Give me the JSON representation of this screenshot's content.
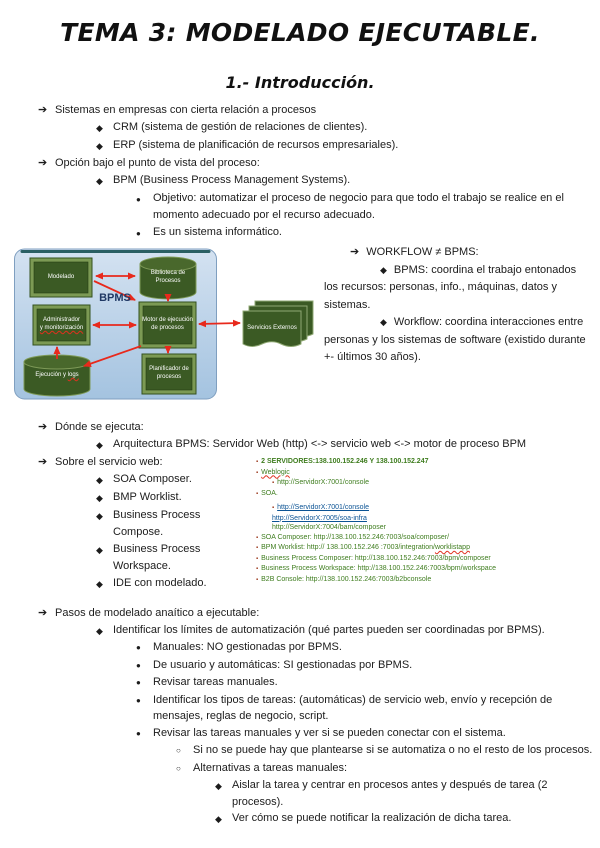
{
  "header": {
    "title": "TEMA 3: MODELADO EJECUTABLE.",
    "subtitle": "1.- Introducción."
  },
  "markers": {
    "arrow": "➔",
    "diamond": "◆",
    "dot": "●",
    "circle": "○"
  },
  "lists": {
    "top": {
      "items": [
        {
          "level": 1,
          "marker": "arrow",
          "text": "Sistemas en empresas con cierta relación a procesos"
        },
        {
          "level": 2,
          "marker": "diamond",
          "text": "CRM (sistema de gestión de relaciones de clientes)."
        },
        {
          "level": 2,
          "marker": "diamond",
          "text": "ERP (sistema de planificación de recursos empresariales)."
        },
        {
          "level": 1,
          "marker": "arrow",
          "text": "Opción bajo el punto de vista del proceso:"
        },
        {
          "level": 2,
          "marker": "diamond",
          "text": "BPM (Business Process Management Systems)."
        },
        {
          "level": 3,
          "marker": "dot",
          "text": "Objetivo: automatizar el proceso de negocio para que todo el trabajo se realice en el momento adecuado por el recurso adecuado."
        },
        {
          "level": 3,
          "marker": "dot",
          "text": "Es un sistema informático."
        }
      ]
    },
    "workflow": {
      "items": [
        {
          "level": 1,
          "marker": "arrow",
          "text": "WORKFLOW ≠ BPMS:"
        },
        {
          "level": 2,
          "marker": "diamond",
          "text": "BPMS: coordina el trabajo entonados los recursos: personas, info., máquinas, datos y sistemas."
        },
        {
          "level": 2,
          "marker": "diamond",
          "text": "Workflow: coordina interacciones entre personas y los sistemas de software (existido durante +- últimos 30 años)."
        }
      ]
    },
    "where": {
      "items": [
        {
          "level": 1,
          "marker": "arrow",
          "text": "Dónde se ejecuta:"
        },
        {
          "level": 2,
          "marker": "diamond",
          "text": "Arquitectura BPMS: Servidor Web (http) <-> servicio web <-> motor de proceso BPM"
        }
      ]
    },
    "web": {
      "items": [
        {
          "level": 1,
          "marker": "arrow",
          "text": "Sobre el servicio web:"
        },
        {
          "level": 2,
          "marker": "diamond",
          "text": "SOA Composer."
        },
        {
          "level": 2,
          "marker": "diamond",
          "text": "BMP Worklist."
        },
        {
          "level": 2,
          "marker": "diamond",
          "text": "Business Process Compose."
        },
        {
          "level": 2,
          "marker": "diamond",
          "text": "Business Process Workspace."
        },
        {
          "level": 2,
          "marker": "diamond",
          "text": "IDE con modelado."
        }
      ]
    },
    "steps": {
      "items": [
        {
          "level": 1,
          "marker": "arrow",
          "text": "Pasos de modelado anaítico a ejecutable:"
        },
        {
          "level": 2,
          "marker": "diamond",
          "text": "Identificar los límites de automatización (qué partes pueden ser coordinadas por BPMS)."
        },
        {
          "level": 3,
          "marker": "dot",
          "text": "Manuales: NO gestionadas por BPMS."
        },
        {
          "level": 3,
          "marker": "dot",
          "text": "De usuario y automáticas: SI gestionadas por BPMS."
        },
        {
          "level": 3,
          "marker": "dot",
          "text": "Revisar tareas manuales."
        },
        {
          "level": 3,
          "marker": "dot",
          "text": "Identificar los tipos de tareas: (automáticas) de servicio web, envío y recepción de mensajes, reglas de negocio, script."
        },
        {
          "level": 3,
          "marker": "dot",
          "text": "Revisar las tareas manuales y ver si se pueden conectar con el sistema."
        },
        {
          "level": 4,
          "marker": "circle",
          "text": "Si no se puede hay que plantearse si se automatiza o no el resto de los procesos."
        },
        {
          "level": 4,
          "marker": "circle",
          "text": "Alternativas a tareas manuales:"
        },
        {
          "level": 5,
          "marker": "diamond",
          "text": "Aislar la tarea y centrar en procesos antes y después de tarea (2 procesos)."
        },
        {
          "level": 5,
          "marker": "diamond",
          "text": "Ver cómo se puede notificar la realización de dicha tarea."
        }
      ]
    }
  },
  "diagram": {
    "bpms_label": "BPMS",
    "nodes": {
      "modelado": "Modelado",
      "biblioteca": "Biblioteca de Procesos",
      "administrador_1": "Administrador",
      "administrador_2": "y monitorización",
      "motor": "Motor de ejecución de procesos",
      "ejecucion_1": "Ejecución y",
      "ejecucion_2": "logs",
      "planificador": "Planificador de procesos",
      "servicios": "Servicios Externos"
    },
    "colors": {
      "box_green": "#3b5a24",
      "arrow_red": "#e8291c",
      "background_blue": "#aecbe6",
      "link_blue": "#0b5394",
      "note_green": "#3f7d1f"
    }
  },
  "links": {
    "bullet": "▪",
    "items": [
      {
        "indent": 0,
        "parts": [
          {
            "t": "2 SERVIDORES:138.100.152.246 Y 138.100.152.247",
            "c": "green bold"
          }
        ]
      },
      {
        "indent": 0,
        "parts": [
          {
            "t": "Weblogic",
            "c": "green squig"
          }
        ]
      },
      {
        "indent": 1,
        "parts": [
          {
            "t": "http://ServidorX:7001/console",
            "c": "green"
          }
        ]
      },
      {
        "indent": 0,
        "parts": [
          {
            "t": "SOA.",
            "c": "green"
          }
        ]
      },
      {
        "indent": 1,
        "gap": true,
        "parts": [
          {
            "t": "http://ServidorX:7001/console",
            "c": "blue"
          }
        ]
      },
      {
        "indent": 1,
        "nobullet": true,
        "parts": [
          {
            "t": "http://ServidorX:7005/soa-infra",
            "c": "blue"
          }
        ]
      },
      {
        "indent": 1,
        "nobullet": true,
        "parts": [
          {
            "t": "http://ServidorX:7004/bam/composer",
            "c": "green"
          }
        ]
      },
      {
        "indent": 0,
        "parts": [
          {
            "t": "SOA Composer: http://138.100.152.246:7003/soa/composer/",
            "c": "green"
          }
        ]
      },
      {
        "indent": 0,
        "parts": [
          {
            "t": "BPM Worklist: http:// 138.100.152.246 :7003/integration/",
            "c": "green"
          },
          {
            "t": "worklistapp",
            "c": "green squig"
          }
        ]
      },
      {
        "indent": 0,
        "parts": [
          {
            "t": "Business Process Composer: http://138.100.152.246:7003/bpm/composer",
            "c": "green"
          }
        ]
      },
      {
        "indent": 0,
        "parts": [
          {
            "t": "Business Process Workspace: http://138.100.152.246:7003/bpm/workspace",
            "c": "green"
          }
        ]
      },
      {
        "indent": 0,
        "parts": [
          {
            "t": "B2B Console: http://138.100.152.246:7003/b2bconsole",
            "c": "green"
          }
        ]
      }
    ]
  }
}
